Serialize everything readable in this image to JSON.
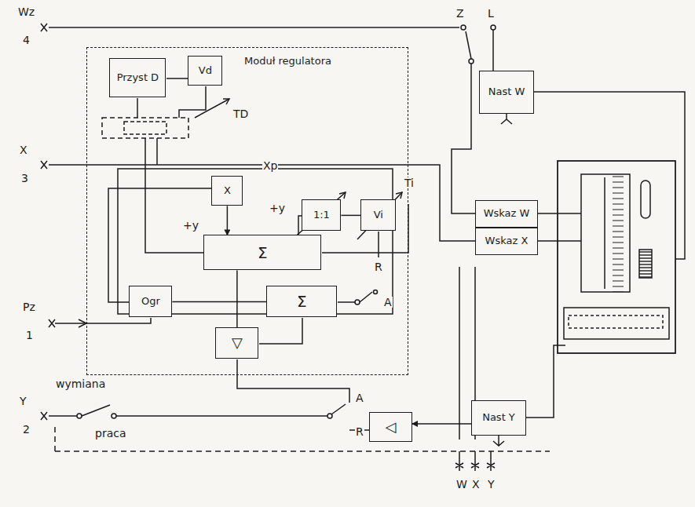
{
  "diagram": {
    "nodes": [
      {
        "text": [
          "Moduł regulatora"
        ]
      },
      {
        "text": [
          "Przyst D"
        ],
        "in": 0
      },
      {
        "text": [
          "Vd"
        ],
        "in": 0
      },
      {
        "text": [
          "X"
        ],
        "in": 0
      },
      {
        "text": [
          "Σ"
        ],
        "in": 0
      },
      {
        "text": [
          "1:1"
        ],
        "in": 0
      },
      {
        "text": [
          "Vi"
        ],
        "in": 0
      },
      {
        "text": [
          "Ogr"
        ],
        "in": 0
      },
      {
        "text": [
          "Σ"
        ],
        "in": 0
      },
      {
        "text": [
          "▽"
        ],
        "in": 0
      },
      {
        "text": [
          "◁"
        ]
      },
      {
        "text": [
          "Nast W"
        ]
      },
      {
        "text": [
          "Wskaz W"
        ]
      },
      {
        "text": [
          "Wskaz X"
        ]
      },
      {
        "text": [
          "Nast Y"
        ]
      }
    ],
    "edges": [
      {
        "from": 5,
        "to": 6,
        "arrow": "none"
      },
      {
        "from": 3,
        "to": 4,
        "arrow": "to"
      },
      {
        "from": 7,
        "to": 8,
        "arrow": "none"
      },
      {
        "from": 14,
        "to": 10,
        "arrow": "to"
      },
      {
        "from": 4,
        "to": 9,
        "arrow": "none"
      }
    ],
    "labels": [
      "Wz",
      "4",
      "X",
      "3",
      "Pz",
      "1",
      "Y",
      "2",
      "wymiana",
      "praca",
      "Z",
      "L",
      "TD",
      "Xp",
      "Ti",
      "+y",
      "+y",
      "R",
      "A",
      "A",
      "R",
      "W",
      "X",
      "Y"
    ]
  }
}
